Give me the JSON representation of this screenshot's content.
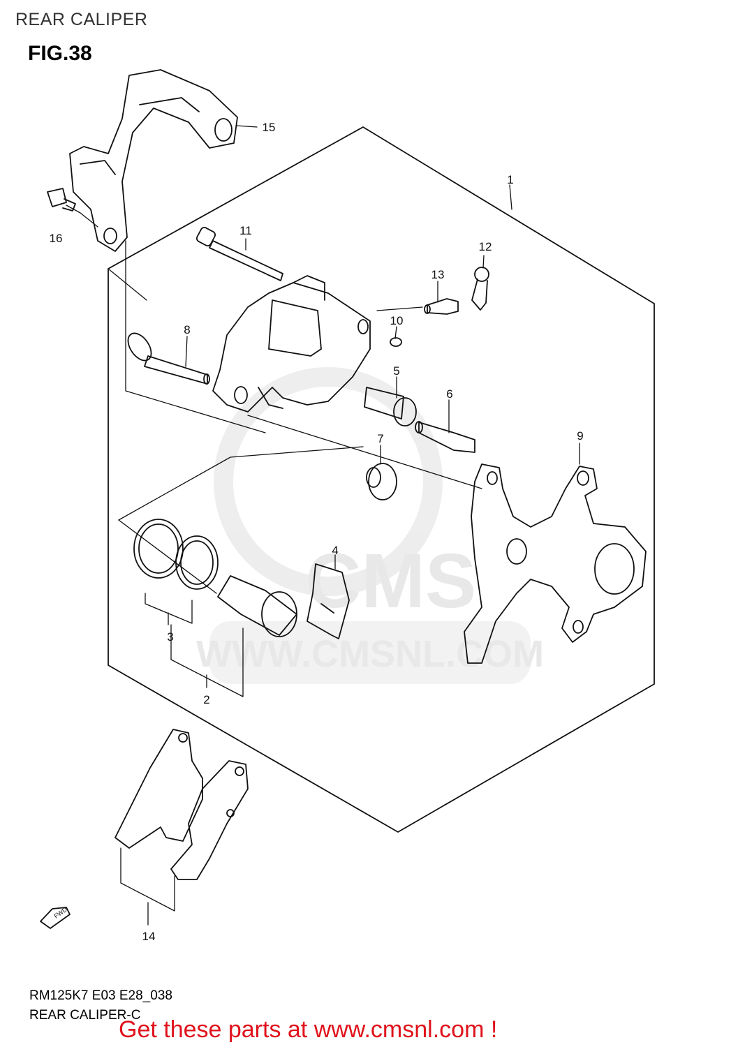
{
  "header": {
    "title": "REAR CALIPER"
  },
  "figure": {
    "label": "FIG.38"
  },
  "footer": {
    "model_code": "RM125K7 E03 E28_038",
    "subtitle": "REAR CALIPER-C",
    "promo": "Get these parts at www.cmsnl.com !"
  },
  "watermark": {
    "logo": "CMS",
    "url": "WWW.CMSNL.COM"
  },
  "fwd_marker": "FWD",
  "callouts": {
    "c1": "1",
    "c2": "2",
    "c3": "3",
    "c4": "4",
    "c5": "5",
    "c6": "6",
    "c7": "7",
    "c8": "8",
    "c9": "9",
    "c10": "10",
    "c11": "11",
    "c12": "12",
    "c13": "13",
    "c14": "14",
    "c15": "15",
    "c16": "16"
  }
}
